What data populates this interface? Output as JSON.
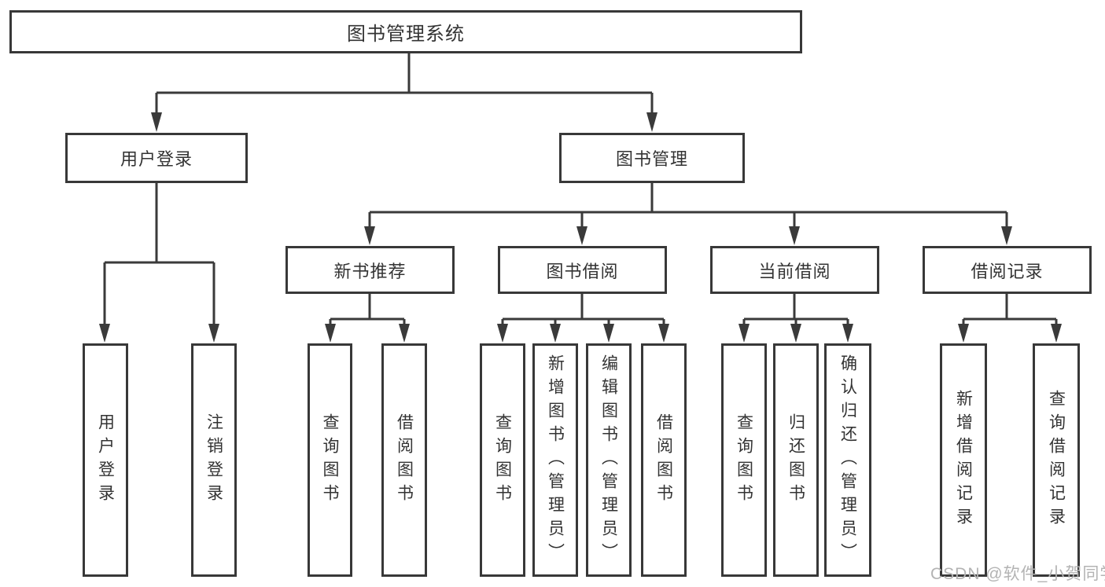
{
  "diagram": {
    "type": "hierarchy-diagram",
    "root": {
      "label": "图书管理系统",
      "children": [
        {
          "label": "用户登录",
          "children": [
            {
              "label": "用户登录"
            },
            {
              "label": "注销登录"
            }
          ]
        },
        {
          "label": "图书管理",
          "children": [
            {
              "label": "新书推荐",
              "children": [
                {
                  "label": "查询图书"
                },
                {
                  "label": "借阅图书"
                }
              ]
            },
            {
              "label": "图书借阅",
              "children": [
                {
                  "label": "查询图书"
                },
                {
                  "label": "新增图书（管理员）"
                },
                {
                  "label": "编辑图书（管理员）"
                },
                {
                  "label": "借阅图书"
                }
              ]
            },
            {
              "label": "当前借阅",
              "children": [
                {
                  "label": "查询图书"
                },
                {
                  "label": "归还图书"
                },
                {
                  "label": "确认归还（管理员）"
                }
              ]
            },
            {
              "label": "借阅记录",
              "children": [
                {
                  "label": "新增借阅记录"
                },
                {
                  "label": "查询借阅记录"
                }
              ]
            }
          ]
        }
      ]
    },
    "watermark": "CSDN @软件_小贺同学"
  },
  "colors": {
    "line": "#3a3a3a",
    "border": "#383838",
    "text": "#333333",
    "watermark": "#b3b3b3",
    "background": "#ffffff"
  }
}
